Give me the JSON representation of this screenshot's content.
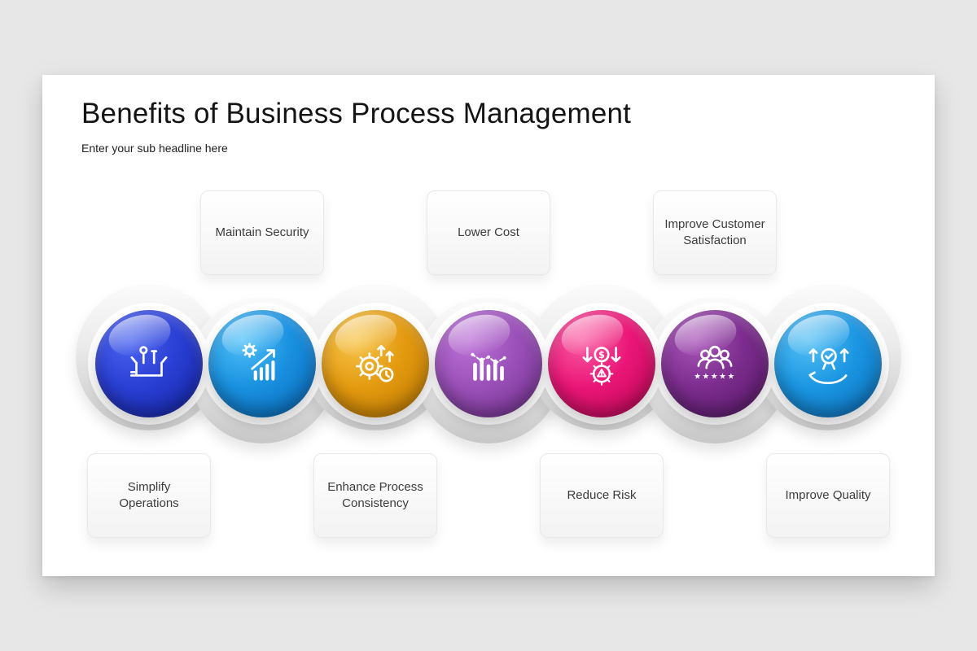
{
  "slide": {
    "title": "Benefits of Business Process Management",
    "subtitle": "Enter your sub headline here"
  },
  "items": [
    {
      "label": "Simplify Operations",
      "label_position": "bottom",
      "color": "#2a3fd4",
      "icon": "toolbox-icon"
    },
    {
      "label": "Maintain Security",
      "label_position": "top",
      "color": "#1a91e0",
      "icon": "gear-growth-chart-icon"
    },
    {
      "label": "Enhance Process Consistency",
      "label_position": "bottom",
      "color": "#e39a10",
      "icon": "gear-time-arrows-icon"
    },
    {
      "label": "Lower Cost",
      "label_position": "top",
      "color": "#9a50b8",
      "icon": "bar-chart-trend-icon"
    },
    {
      "label": "Reduce Risk",
      "label_position": "bottom",
      "color": "#ea1677",
      "icon": "dollar-gear-warning-icon"
    },
    {
      "label": "Improve Customer Satisfaction",
      "label_position": "top",
      "color": "#7c2d8e",
      "icon": "team-rating-stars-icon"
    },
    {
      "label": "Improve Quality",
      "label_position": "bottom",
      "color": "#1b96e2",
      "icon": "hand-award-arrows-icon"
    }
  ]
}
